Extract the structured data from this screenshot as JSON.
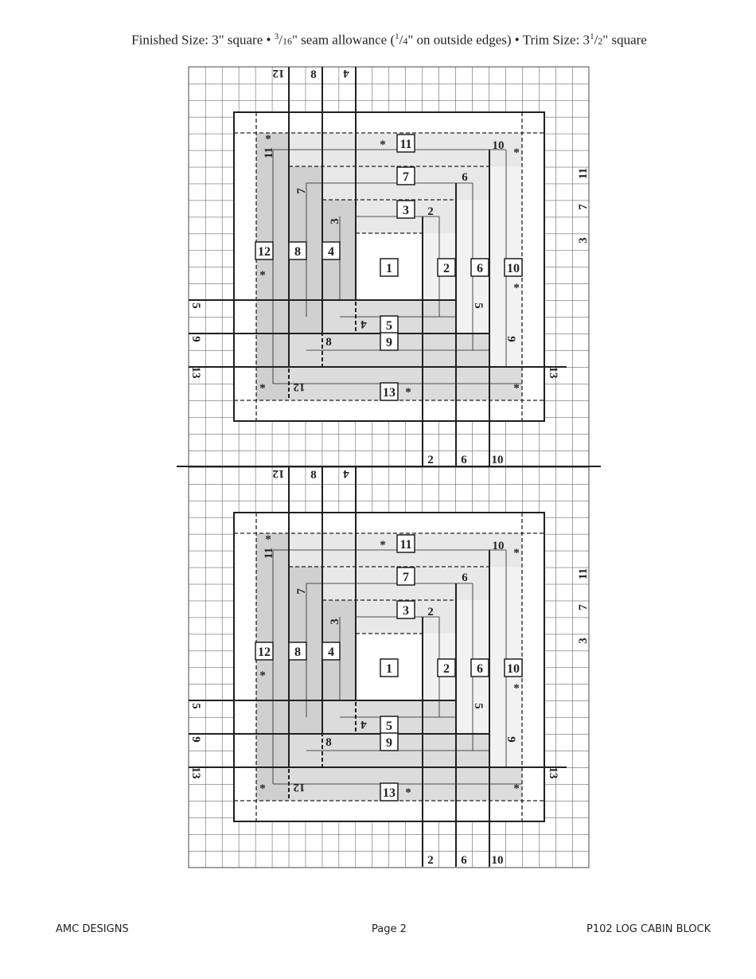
{
  "header": {
    "line": "Finished Size: 3\" square • 3/16\" seam allowance (1/4\" on outside edges) • Trim Size: 3 1/2\" square",
    "p1": "Finished Size: 3\" square • ",
    "frac1_num": "3",
    "frac1_den": "16",
    "p2": "\" seam allowance (",
    "frac2_num": "1",
    "frac2_den": "4",
    "p3": "\" on outside edges) • Trim Size: 3",
    "frac3_num": "1",
    "frac3_den": "2",
    "p4": "\" square"
  },
  "blocks": [
    {
      "name": "log-cabin-block-1",
      "top_labels": [
        "12",
        "8",
        "4"
      ],
      "bottom_labels": [
        "2",
        "6",
        "10"
      ],
      "left_labels": [
        "5",
        "9",
        "13"
      ],
      "right_labels": [
        "11",
        "7",
        "3"
      ],
      "piece_numbers": [
        "1",
        "2",
        "3",
        "4",
        "5",
        "6",
        "7",
        "8",
        "9",
        "10",
        "11",
        "12",
        "13"
      ]
    },
    {
      "name": "log-cabin-block-2",
      "top_labels": [
        "12",
        "8",
        "4"
      ],
      "bottom_labels": [
        "2",
        "6",
        "10"
      ],
      "left_labels": [
        "5",
        "9",
        "13"
      ],
      "right_labels": [
        "11",
        "7",
        "3"
      ],
      "piece_numbers": [
        "1",
        "2",
        "3",
        "4",
        "5",
        "6",
        "7",
        "8",
        "9",
        "10",
        "11",
        "12",
        "13"
      ]
    }
  ],
  "markers": {
    "star": "*"
  },
  "colors": {
    "dark": "#d0d0d0",
    "medium": "#dcdcdc",
    "light": "#e8e8e8",
    "lighter": "#f2f2f2",
    "line": "#231f20",
    "grid": "#4a4a4a"
  },
  "footer": {
    "left": "AMC DESIGNS",
    "center": "Page 2",
    "right": "P102 LOG CABIN BLOCK"
  }
}
